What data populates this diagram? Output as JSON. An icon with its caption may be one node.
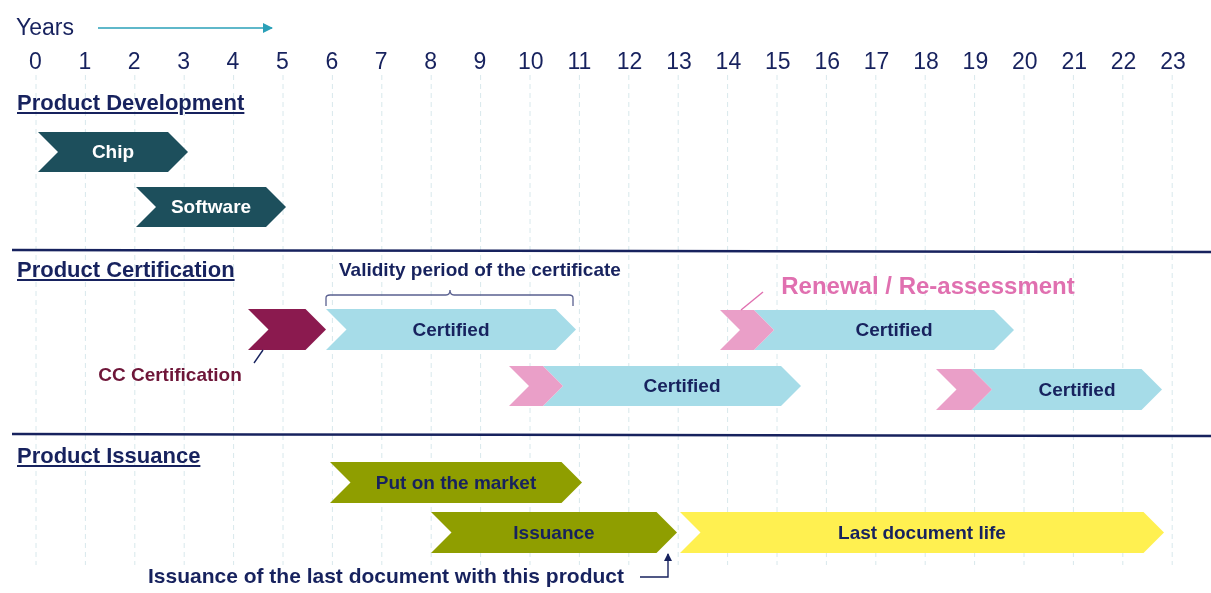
{
  "diagram": {
    "nodes": [
      {
        "text": [
          "Chip"
        ]
      },
      {
        "text": [
          "Software"
        ]
      },
      {
        "text": [],
        "shape": "chevron"
      },
      {
        "text": [
          "Certified"
        ]
      },
      {
        "text": [],
        "shape": "chevron"
      },
      {
        "text": [
          "Certified"
        ]
      },
      {
        "text": [],
        "shape": "chevron"
      },
      {
        "text": [
          "Certified"
        ]
      },
      {
        "text": [],
        "shape": "chevron"
      },
      {
        "text": [
          "Certified"
        ]
      },
      {
        "text": [
          "Put on the market"
        ]
      },
      {
        "text": [
          "Issuance"
        ]
      },
      {
        "text": [
          "Last document life"
        ]
      },
      {
        "text": [
          "CC Certification"
        ]
      },
      {
        "text": [
          "Renewal / Re-assessment"
        ]
      },
      {
        "text": [
          "Issuance of the last document with this product"
        ]
      }
    ],
    "edges": [
      {
        "from": 13,
        "to": 2,
        "arrow": "none"
      },
      {
        "from": 14,
        "to": 4,
        "arrow": "none",
        "color": "#e070b0"
      },
      {
        "from": 15,
        "to": 11,
        "arrow": "to"
      }
    ],
    "labels": [
      "Years",
      "0",
      "1",
      "2",
      "3",
      "4",
      "5",
      "6",
      "7",
      "8",
      "9",
      "10",
      "11",
      "12",
      "13",
      "14",
      "15",
      "16",
      "17",
      "18",
      "19",
      "20",
      "21",
      "22",
      "23",
      "Product Development",
      "Product Certification",
      "Validity period of the certificate",
      "Product Issuance"
    ]
  }
}
